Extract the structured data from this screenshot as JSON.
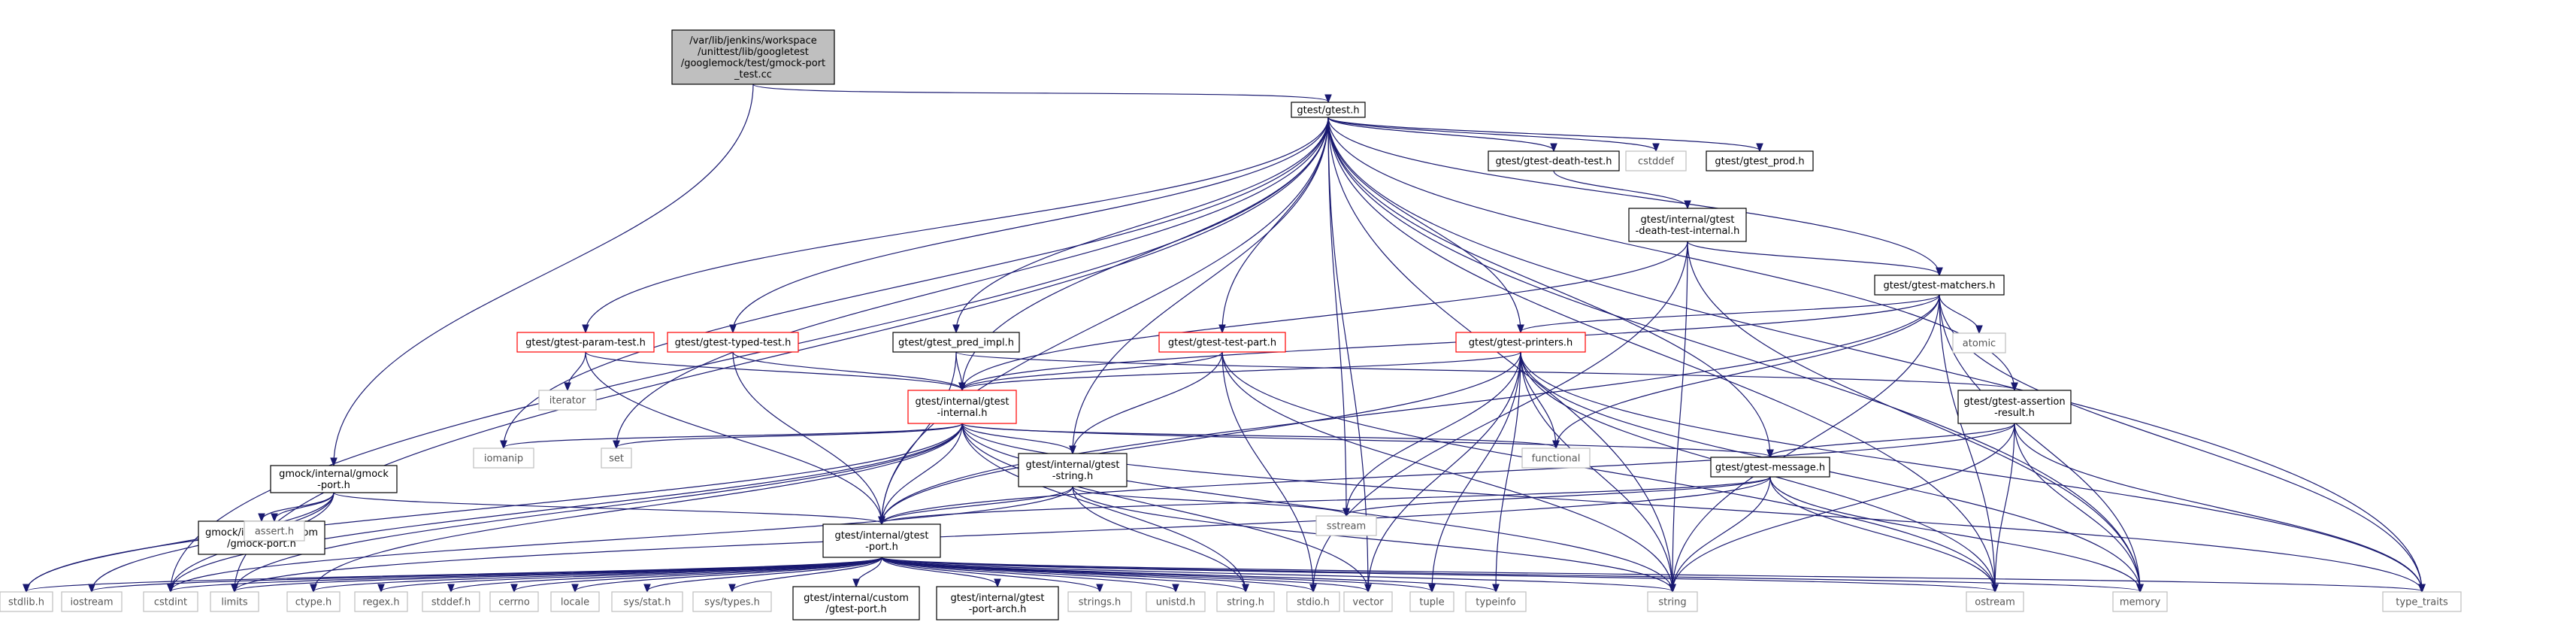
{
  "diagram": {
    "colors": {
      "edge": "#191970",
      "node_border": "#000000",
      "node_border_truncated": "#ff0000",
      "system_border": "#bfbfbf",
      "system_text": "#555555",
      "root_fill": "#bfbfbf",
      "text": "#000000"
    },
    "nodes": [
      {
        "id": "root",
        "kind": "root",
        "lines": [
          "/var/lib/jenkins/workspace",
          "/unittest/lib/googletest",
          "/googlemock/test/gmock-port",
          "_test.cc"
        ]
      },
      {
        "id": "gtest_h",
        "kind": "normal",
        "lines": [
          "gtest/gtest.h"
        ]
      },
      {
        "id": "gmock_internal_port",
        "kind": "normal",
        "lines": [
          "gmock/internal/gmock",
          "-port.h"
        ]
      },
      {
        "id": "death_test",
        "kind": "normal",
        "lines": [
          "gtest/gtest-death-test.h"
        ]
      },
      {
        "id": "cstddef",
        "kind": "system",
        "lines": [
          "cstddef"
        ]
      },
      {
        "id": "gtest_prod",
        "kind": "normal",
        "lines": [
          "gtest/gtest_prod.h"
        ]
      },
      {
        "id": "death_test_internal",
        "kind": "normal",
        "lines": [
          "gtest/internal/gtest",
          "-death-test-internal.h"
        ]
      },
      {
        "id": "matchers",
        "kind": "normal",
        "lines": [
          "gtest/gtest-matchers.h"
        ]
      },
      {
        "id": "atomic",
        "kind": "system",
        "lines": [
          "atomic"
        ]
      },
      {
        "id": "param_test",
        "kind": "truncated",
        "lines": [
          "gtest/gtest-param-test.h"
        ]
      },
      {
        "id": "typed_test",
        "kind": "truncated",
        "lines": [
          "gtest/gtest-typed-test.h"
        ]
      },
      {
        "id": "pred_impl",
        "kind": "normal",
        "lines": [
          "gtest/gtest_pred_impl.h"
        ]
      },
      {
        "id": "test_part",
        "kind": "truncated",
        "lines": [
          "gtest/gtest-test-part.h"
        ]
      },
      {
        "id": "printers",
        "kind": "truncated",
        "lines": [
          "gtest/gtest-printers.h"
        ]
      },
      {
        "id": "iterator",
        "kind": "system",
        "lines": [
          "iterator"
        ]
      },
      {
        "id": "internal_h",
        "kind": "truncated",
        "lines": [
          "gtest/internal/gtest",
          "-internal.h"
        ]
      },
      {
        "id": "assertion_result",
        "kind": "normal",
        "lines": [
          "gtest/gtest-assertion",
          "-result.h"
        ]
      },
      {
        "id": "iomanip",
        "kind": "system",
        "lines": [
          "iomanip"
        ]
      },
      {
        "id": "set",
        "kind": "system",
        "lines": [
          "set"
        ]
      },
      {
        "id": "functional",
        "kind": "system",
        "lines": [
          "functional"
        ]
      },
      {
        "id": "internal_string",
        "kind": "normal",
        "lines": [
          "gtest/internal/gtest",
          "-string.h"
        ]
      },
      {
        "id": "message",
        "kind": "normal",
        "lines": [
          "gtest/gtest-message.h"
        ]
      },
      {
        "id": "sstream",
        "kind": "system",
        "lines": [
          "sstream"
        ]
      },
      {
        "id": "custom_gmock_port",
        "kind": "normal",
        "lines": [
          "gmock/internal/custom",
          "/gmock-port.h"
        ]
      },
      {
        "id": "assert_h",
        "kind": "system",
        "lines": [
          "assert.h"
        ]
      },
      {
        "id": "internal_port",
        "kind": "normal",
        "lines": [
          "gtest/internal/gtest",
          "-port.h"
        ]
      },
      {
        "id": "stdlib_h",
        "kind": "system",
        "lines": [
          "stdlib.h"
        ]
      },
      {
        "id": "iostream",
        "kind": "system",
        "lines": [
          "iostream"
        ]
      },
      {
        "id": "cstdint",
        "kind": "system",
        "lines": [
          "cstdint"
        ]
      },
      {
        "id": "limits",
        "kind": "system",
        "lines": [
          "limits"
        ]
      },
      {
        "id": "ctype_h",
        "kind": "system",
        "lines": [
          "ctype.h"
        ]
      },
      {
        "id": "regex_h",
        "kind": "system",
        "lines": [
          "regex.h"
        ]
      },
      {
        "id": "stddef_h",
        "kind": "system",
        "lines": [
          "stddef.h"
        ]
      },
      {
        "id": "cerrno",
        "kind": "system",
        "lines": [
          "cerrno"
        ]
      },
      {
        "id": "locale",
        "kind": "system",
        "lines": [
          "locale"
        ]
      },
      {
        "id": "sys_stat",
        "kind": "system",
        "lines": [
          "sys/stat.h"
        ]
      },
      {
        "id": "sys_types",
        "kind": "system",
        "lines": [
          "sys/types.h"
        ]
      },
      {
        "id": "custom_gtest_port",
        "kind": "normal",
        "lines": [
          "gtest/internal/custom",
          "/gtest-port.h"
        ]
      },
      {
        "id": "port_arch",
        "kind": "normal",
        "lines": [
          "gtest/internal/gtest",
          "-port-arch.h"
        ]
      },
      {
        "id": "strings_h",
        "kind": "system",
        "lines": [
          "strings.h"
        ]
      },
      {
        "id": "unistd_h",
        "kind": "system",
        "lines": [
          "unistd.h"
        ]
      },
      {
        "id": "string_h",
        "kind": "system",
        "lines": [
          "string.h"
        ]
      },
      {
        "id": "stdio_h",
        "kind": "system",
        "lines": [
          "stdio.h"
        ]
      },
      {
        "id": "vector",
        "kind": "system",
        "lines": [
          "vector"
        ]
      },
      {
        "id": "tuple",
        "kind": "system",
        "lines": [
          "tuple"
        ]
      },
      {
        "id": "typeinfo",
        "kind": "system",
        "lines": [
          "typeinfo"
        ]
      },
      {
        "id": "string",
        "kind": "system",
        "lines": [
          "string"
        ]
      },
      {
        "id": "ostream",
        "kind": "system",
        "lines": [
          "ostream"
        ]
      },
      {
        "id": "memory",
        "kind": "system",
        "lines": [
          "memory"
        ]
      },
      {
        "id": "type_traits",
        "kind": "system",
        "lines": [
          "type_traits"
        ]
      }
    ],
    "edges": [
      [
        "root",
        "gtest_h"
      ],
      [
        "root",
        "gmock_internal_port"
      ],
      [
        "gtest_h",
        "death_test"
      ],
      [
        "gtest_h",
        "cstddef"
      ],
      [
        "gtest_h",
        "gtest_prod"
      ],
      [
        "gtest_h",
        "matchers"
      ],
      [
        "gtest_h",
        "param_test"
      ],
      [
        "gtest_h",
        "typed_test"
      ],
      [
        "gtest_h",
        "pred_impl"
      ],
      [
        "gtest_h",
        "test_part"
      ],
      [
        "gtest_h",
        "printers"
      ],
      [
        "gtest_h",
        "internal_h"
      ],
      [
        "gtest_h",
        "assertion_result"
      ],
      [
        "gtest_h",
        "iomanip"
      ],
      [
        "gtest_h",
        "set"
      ],
      [
        "gtest_h",
        "internal_string"
      ],
      [
        "gtest_h",
        "message"
      ],
      [
        "gtest_h",
        "sstream"
      ],
      [
        "gtest_h",
        "cstdint"
      ],
      [
        "gtest_h",
        "limits"
      ],
      [
        "gtest_h",
        "vector"
      ],
      [
        "gtest_h",
        "string"
      ],
      [
        "gtest_h",
        "ostream"
      ],
      [
        "gtest_h",
        "memory"
      ],
      [
        "gtest_h",
        "type_traits"
      ],
      [
        "gtest_h",
        "internal_port"
      ],
      [
        "death_test",
        "death_test_internal"
      ],
      [
        "death_test_internal",
        "matchers"
      ],
      [
        "death_test_internal",
        "internal_h"
      ],
      [
        "death_test_internal",
        "stdio_h"
      ],
      [
        "death_test_internal",
        "string"
      ],
      [
        "death_test_internal",
        "memory"
      ],
      [
        "matchers",
        "atomic"
      ],
      [
        "matchers",
        "printers"
      ],
      [
        "matchers",
        "internal_h"
      ],
      [
        "matchers",
        "internal_port"
      ],
      [
        "matchers",
        "functional"
      ],
      [
        "matchers",
        "string"
      ],
      [
        "matchers",
        "ostream"
      ],
      [
        "matchers",
        "memory"
      ],
      [
        "matchers",
        "type_traits"
      ],
      [
        "param_test",
        "iterator"
      ],
      [
        "param_test",
        "internal_h"
      ],
      [
        "param_test",
        "internal_port"
      ],
      [
        "typed_test",
        "internal_h"
      ],
      [
        "typed_test",
        "internal_port"
      ],
      [
        "pred_impl",
        "assertion_result"
      ],
      [
        "pred_impl",
        "internal_h"
      ],
      [
        "pred_impl",
        "internal_port"
      ],
      [
        "test_part",
        "internal_h"
      ],
      [
        "test_part",
        "internal_string"
      ],
      [
        "test_part",
        "string"
      ],
      [
        "test_part",
        "stdio_h"
      ],
      [
        "test_part",
        "ostream"
      ],
      [
        "printers",
        "internal_h"
      ],
      [
        "printers",
        "internal_port"
      ],
      [
        "printers",
        "functional"
      ],
      [
        "printers",
        "sstream"
      ],
      [
        "printers",
        "string"
      ],
      [
        "printers",
        "ostream"
      ],
      [
        "printers",
        "memory"
      ],
      [
        "printers",
        "tuple"
      ],
      [
        "printers",
        "typeinfo"
      ],
      [
        "printers",
        "type_traits"
      ],
      [
        "printers",
        "vector"
      ],
      [
        "internal_h",
        "iomanip"
      ],
      [
        "internal_h",
        "set"
      ],
      [
        "internal_h",
        "functional"
      ],
      [
        "internal_h",
        "internal_string"
      ],
      [
        "internal_h",
        "message"
      ],
      [
        "internal_h",
        "internal_port"
      ],
      [
        "internal_h",
        "ctype_h"
      ],
      [
        "internal_h",
        "limits"
      ],
      [
        "internal_h",
        "cstdint"
      ],
      [
        "internal_h",
        "string_h"
      ],
      [
        "internal_h",
        "string"
      ],
      [
        "internal_h",
        "vector"
      ],
      [
        "internal_h",
        "type_traits"
      ],
      [
        "internal_h",
        "stdlib_h"
      ],
      [
        "assertion_result",
        "message"
      ],
      [
        "assertion_result",
        "internal_port"
      ],
      [
        "assertion_result",
        "string"
      ],
      [
        "assertion_result",
        "ostream"
      ],
      [
        "assertion_result",
        "memory"
      ],
      [
        "assertion_result",
        "type_traits"
      ],
      [
        "internal_string",
        "internal_port"
      ],
      [
        "internal_string",
        "sstream"
      ],
      [
        "internal_string",
        "string"
      ],
      [
        "internal_string",
        "string_h"
      ],
      [
        "internal_string",
        "cstdint"
      ],
      [
        "message",
        "internal_port"
      ],
      [
        "message",
        "sstream"
      ],
      [
        "message",
        "string"
      ],
      [
        "message",
        "ostream"
      ],
      [
        "message",
        "memory"
      ],
      [
        "message",
        "limits"
      ],
      [
        "gmock_internal_port",
        "custom_gmock_port"
      ],
      [
        "gmock_internal_port",
        "assert_h"
      ],
      [
        "gmock_internal_port",
        "internal_port"
      ],
      [
        "gmock_internal_port",
        "stdlib_h"
      ],
      [
        "gmock_internal_port",
        "iostream"
      ],
      [
        "gmock_internal_port",
        "cstdint"
      ],
      [
        "internal_port",
        "stdlib_h"
      ],
      [
        "internal_port",
        "iostream"
      ],
      [
        "internal_port",
        "cstdint"
      ],
      [
        "internal_port",
        "limits"
      ],
      [
        "internal_port",
        "ctype_h"
      ],
      [
        "internal_port",
        "regex_h"
      ],
      [
        "internal_port",
        "stddef_h"
      ],
      [
        "internal_port",
        "cerrno"
      ],
      [
        "internal_port",
        "locale"
      ],
      [
        "internal_port",
        "sys_stat"
      ],
      [
        "internal_port",
        "sys_types"
      ],
      [
        "internal_port",
        "custom_gtest_port"
      ],
      [
        "internal_port",
        "port_arch"
      ],
      [
        "internal_port",
        "strings_h"
      ],
      [
        "internal_port",
        "unistd_h"
      ],
      [
        "internal_port",
        "string_h"
      ],
      [
        "internal_port",
        "stdio_h"
      ],
      [
        "internal_port",
        "vector"
      ],
      [
        "internal_port",
        "tuple"
      ],
      [
        "internal_port",
        "typeinfo"
      ],
      [
        "internal_port",
        "string"
      ],
      [
        "internal_port",
        "ostream"
      ],
      [
        "internal_port",
        "memory"
      ],
      [
        "internal_port",
        "type_traits"
      ]
    ]
  }
}
